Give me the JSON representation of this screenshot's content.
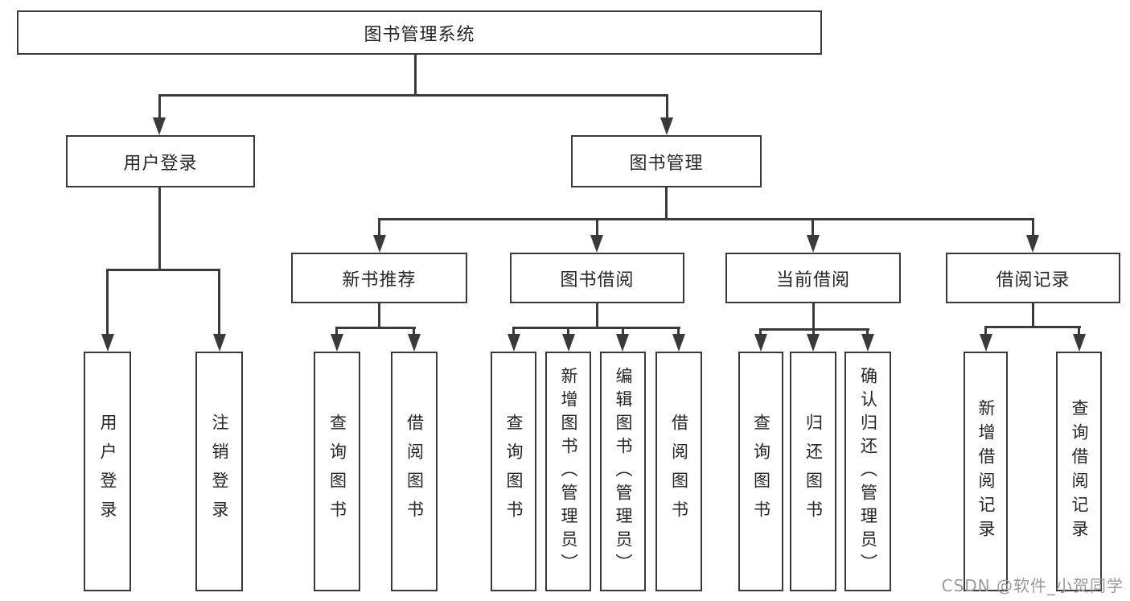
{
  "tree": {
    "label": "图书管理系统",
    "children": [
      {
        "label": "用户登录",
        "children": [
          {
            "label": "用户登录"
          },
          {
            "label": "注销登录"
          }
        ]
      },
      {
        "label": "图书管理",
        "children": [
          {
            "label": "新书推荐",
            "children": [
              {
                "label": "查询图书"
              },
              {
                "label": "借阅图书"
              }
            ]
          },
          {
            "label": "图书借阅",
            "children": [
              {
                "label": "查询图书"
              },
              {
                "label": "新增图书（管理员）"
              },
              {
                "label": "编辑图书（管理员）"
              },
              {
                "label": "借阅图书"
              }
            ]
          },
          {
            "label": "当前借阅",
            "children": [
              {
                "label": "查询图书"
              },
              {
                "label": "归还图书"
              },
              {
                "label": "确认归还（管理员）"
              }
            ]
          },
          {
            "label": "借阅记录",
            "children": [
              {
                "label": "新增借阅记录"
              },
              {
                "label": "查询借阅记录"
              }
            ]
          }
        ]
      }
    ]
  },
  "watermark": {
    "text": "CSDN @软件_小贺同学",
    "color": "#9a9a9a"
  },
  "style": {
    "line_color": "#3a3a3a",
    "text_color": "#262626",
    "background": "#ffffff"
  }
}
